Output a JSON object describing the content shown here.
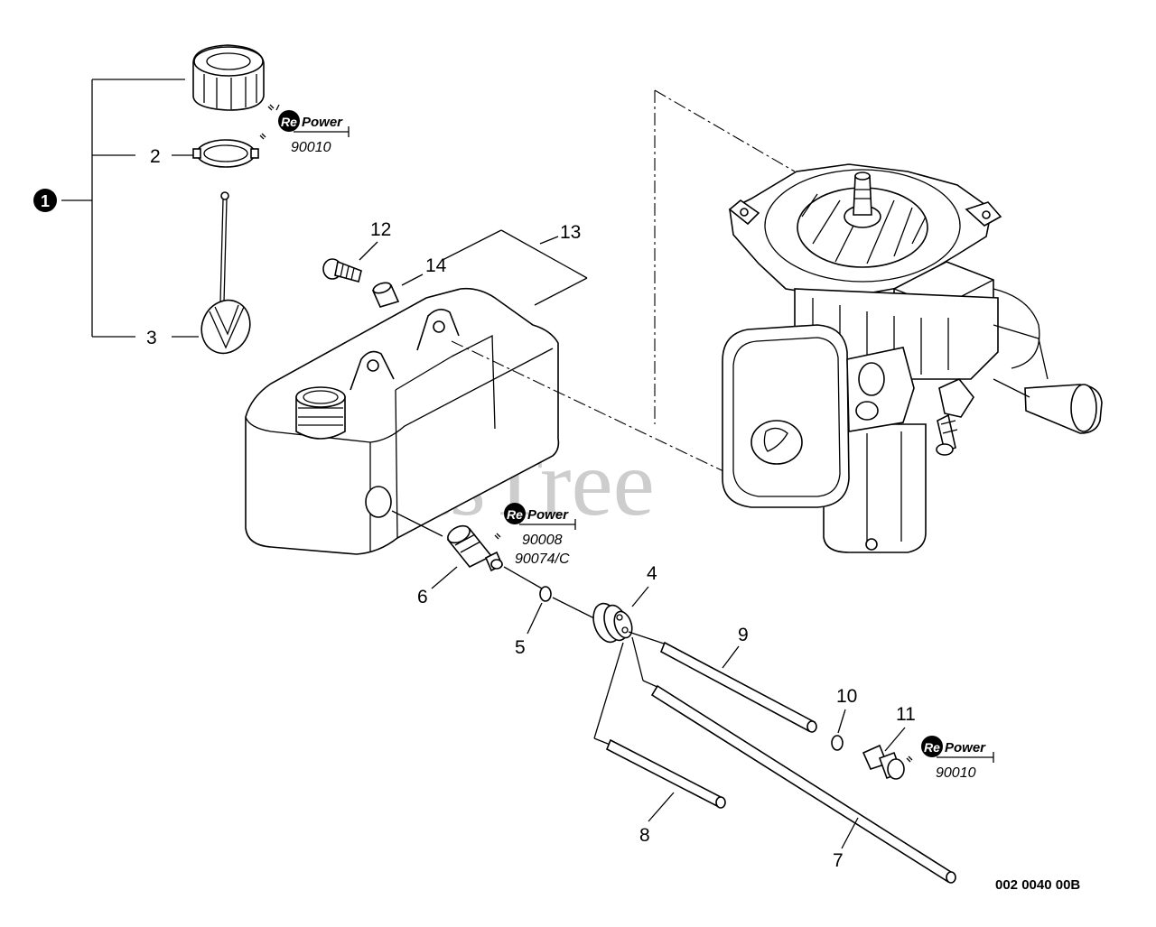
{
  "watermark": "PartsTree",
  "drawing_code": "002 0040 00B",
  "repower": {
    "brand_prefix": "Re",
    "brand_suffix": "Power",
    "codes": {
      "cap": "90010",
      "filter_a": "90008",
      "filter_b": "90074/C",
      "fitting": "90010"
    }
  },
  "callouts": {
    "c1": "1",
    "c2": "2",
    "c3": "3",
    "c4": "4",
    "c5": "5",
    "c6": "6",
    "c7": "7",
    "c8": "8",
    "c9": "9",
    "c10": "10",
    "c11": "11",
    "c12": "12",
    "c13": "13",
    "c14": "14"
  }
}
